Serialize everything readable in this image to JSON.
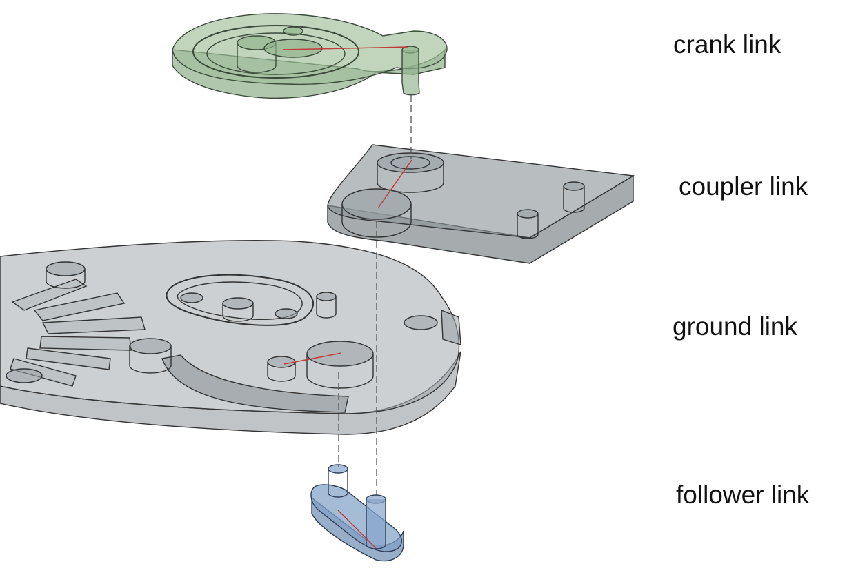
{
  "labels": {
    "crank": "crank link",
    "coupler": "coupler link",
    "ground": "ground link",
    "follower": "follower link"
  },
  "colors": {
    "background": "#ffffff",
    "crank_fill": "#9fbf9a",
    "coupler_fill": "#8c9499",
    "ground_fill": "#a4a9ad",
    "follower_fill": "#7f9fc6",
    "edge": "#333333",
    "axis_line": "#c23a3a",
    "assembly_line": "#555555"
  }
}
